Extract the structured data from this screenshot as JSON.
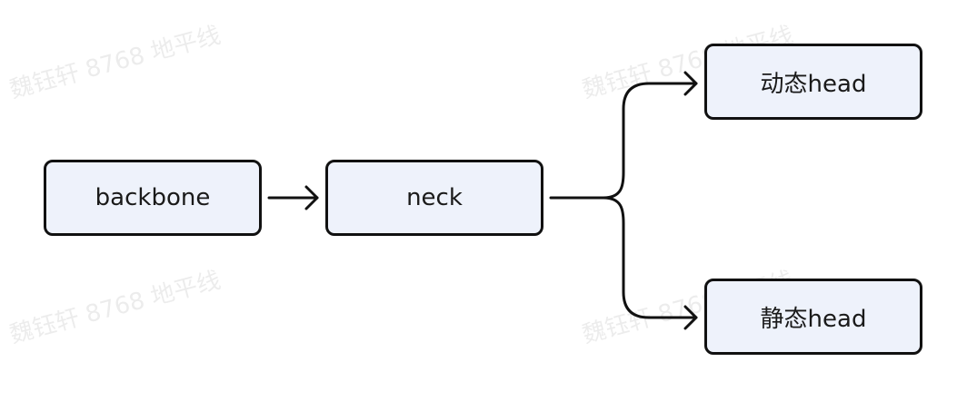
{
  "nodes": {
    "backbone": "backbone",
    "neck": "neck",
    "dynamic_head": "动态head",
    "static_head": "静态head"
  },
  "watermark": {
    "text": "魏钰轩 8768 地平线"
  },
  "colors": {
    "node_fill": "#eef2fb",
    "stroke": "#111111"
  }
}
